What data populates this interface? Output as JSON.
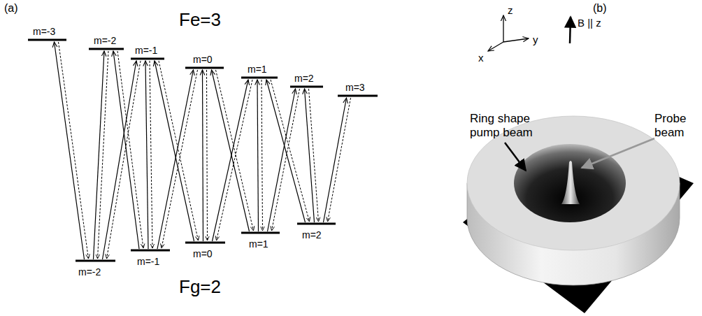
{
  "diagram": {
    "labels": [
      "(a)",
      "Fe=3",
      "m=-3",
      "m=-2",
      "m=-1",
      "m=0",
      "m=1",
      "m=2",
      "m=3",
      "m=-2",
      "m=-1",
      "m=0",
      "m=1",
      "m=2",
      "Fg=2",
      "(b)",
      "z",
      "x",
      "y",
      "B || z",
      "Ring shape pump beam",
      "Probe beam"
    ]
  }
}
